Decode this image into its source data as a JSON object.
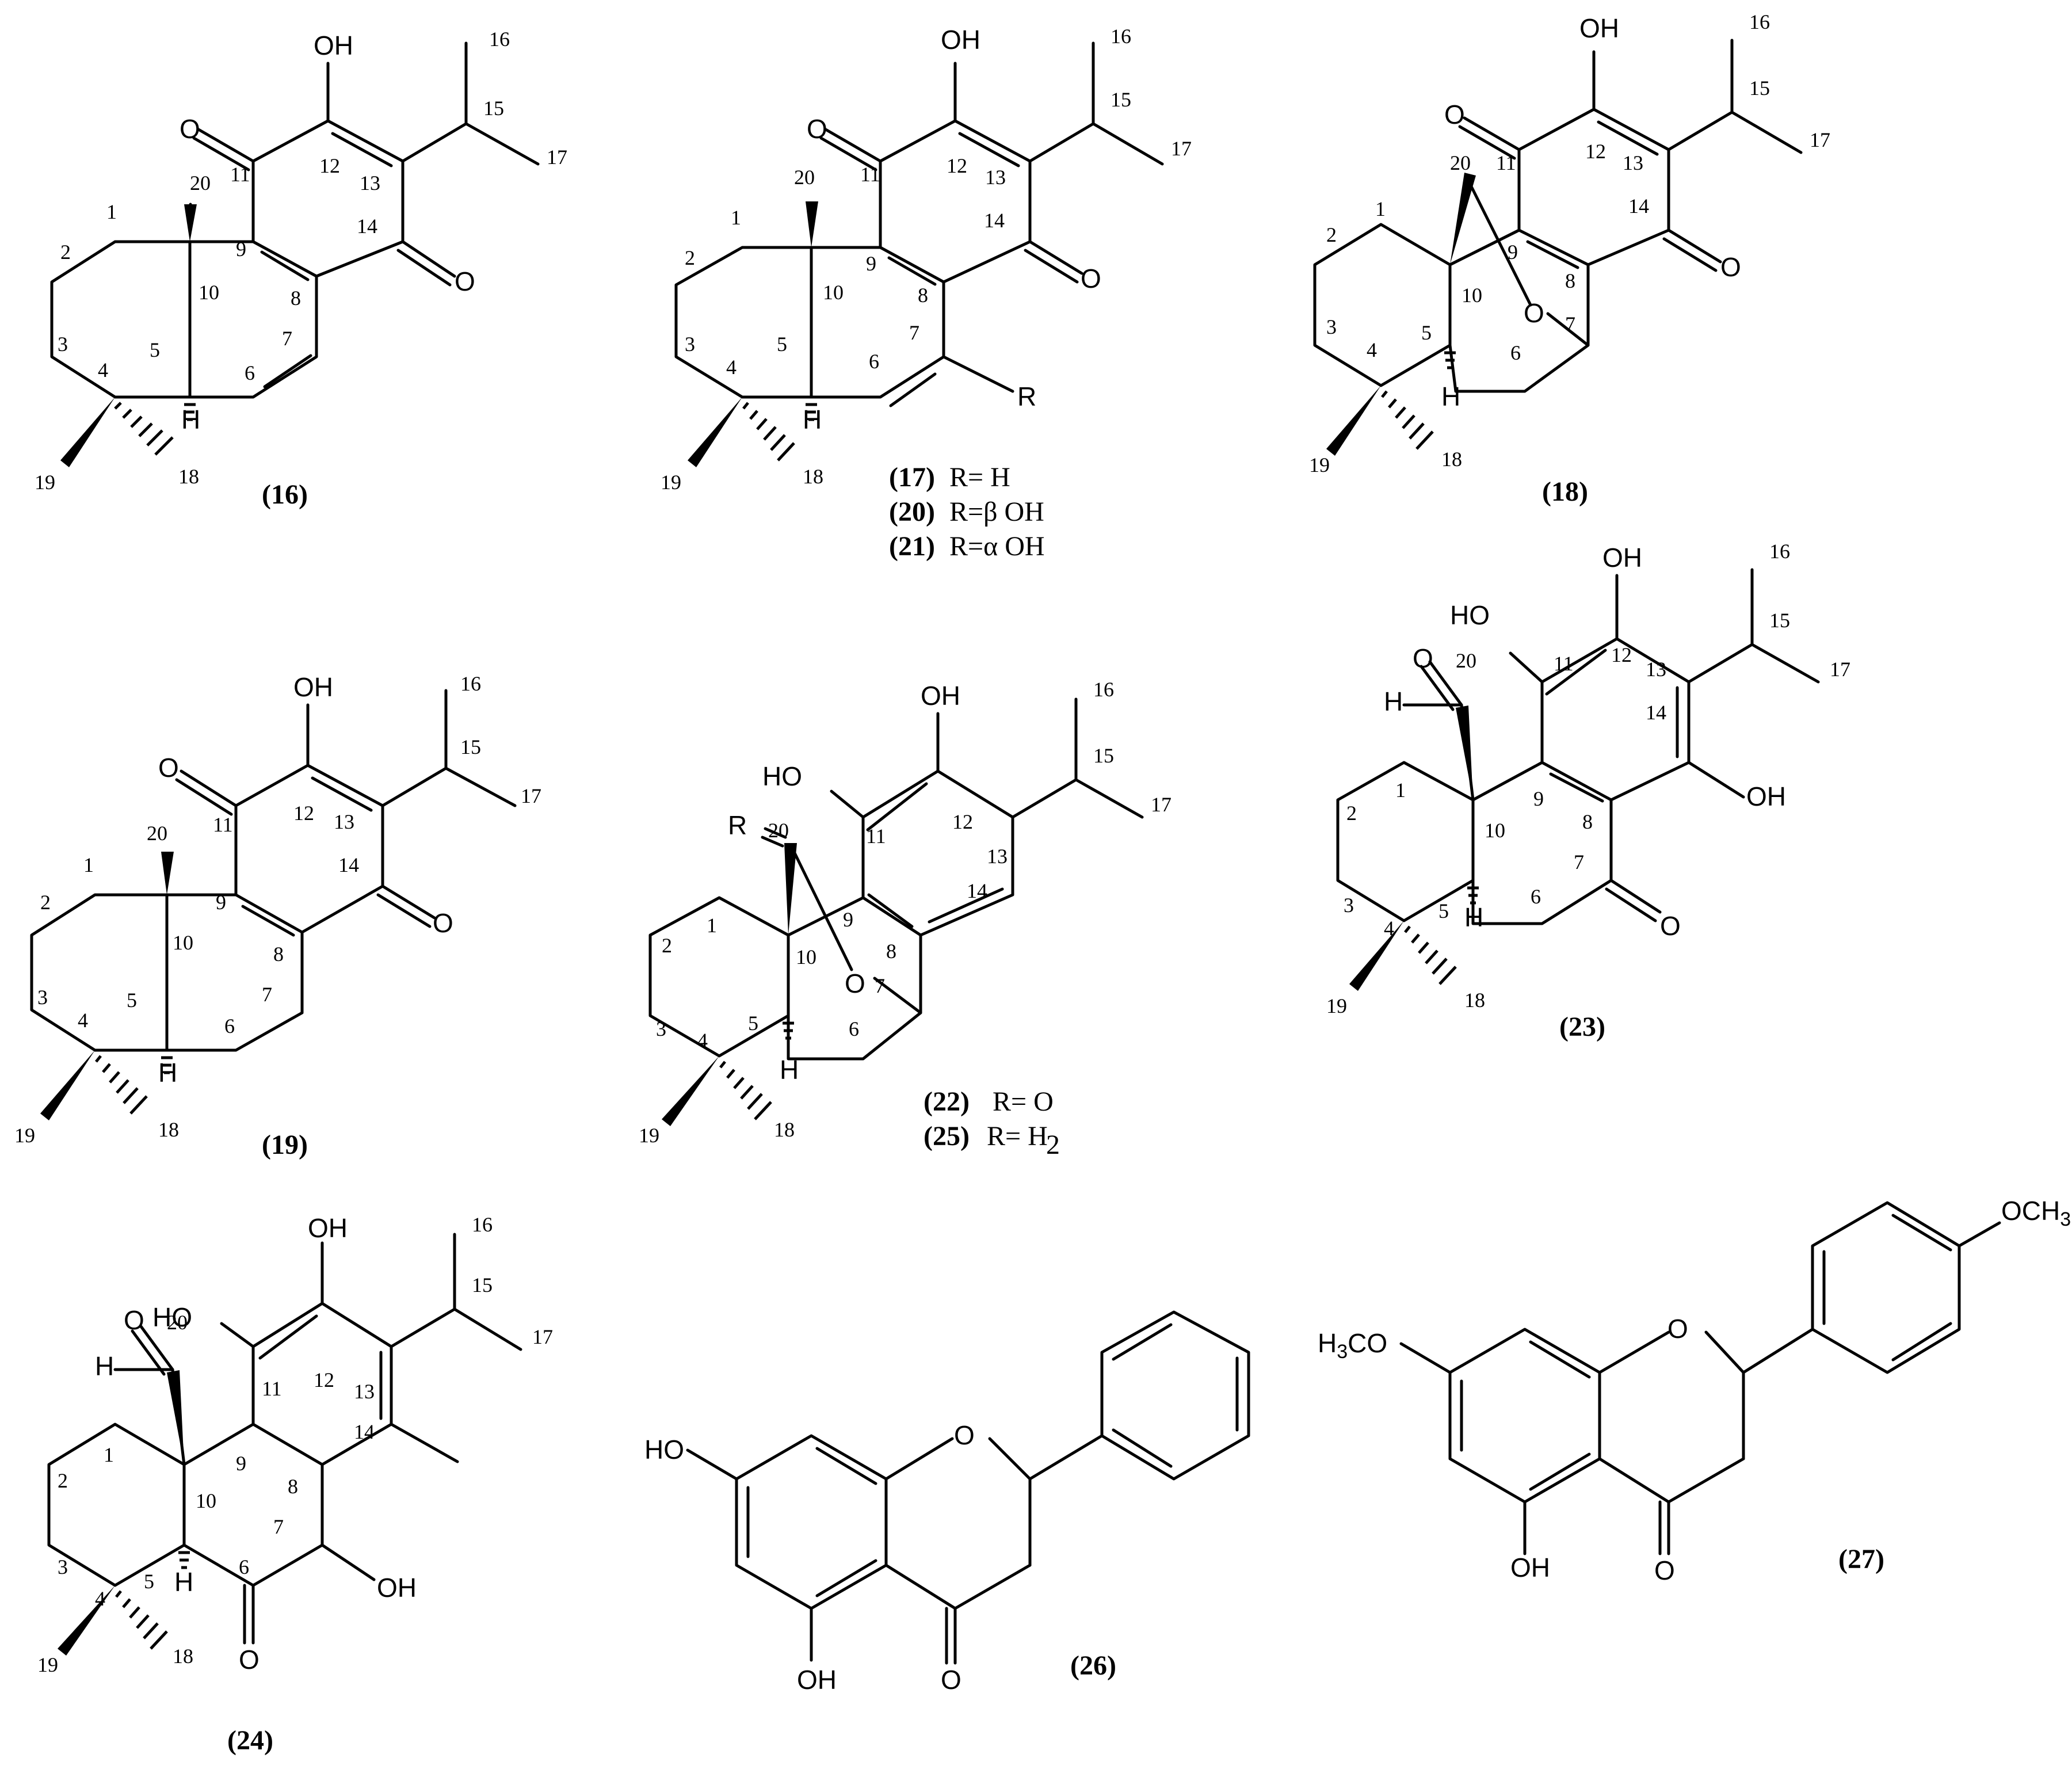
{
  "figure": {
    "compounds": [
      {
        "id": "16",
        "label": "(16)"
      },
      {
        "id": "17",
        "label": "(17)",
        "r_text": "R= H"
      },
      {
        "id": "20",
        "label": "(20)",
        "r_text": "R=β OH"
      },
      {
        "id": "21",
        "label": "(21)",
        "r_text": "R=α OH"
      },
      {
        "id": "18",
        "label": "(18)"
      },
      {
        "id": "19",
        "label": "(19)"
      },
      {
        "id": "22",
        "label": "(22)",
        "r_text": "R= O"
      },
      {
        "id": "25",
        "label": "(25)",
        "r_text": "R= H"
      },
      {
        "id": "23",
        "label": "(23)"
      },
      {
        "id": "24",
        "label": "(24)"
      },
      {
        "id": "26",
        "label": "(26)"
      },
      {
        "id": "27",
        "label": "(27)"
      }
    ],
    "atom_labels": {
      "oh": "OH",
      "ho": "HO",
      "o": "O",
      "h": "H",
      "r": "R",
      "h3co_h": "H",
      "h3co_3": "3",
      "h3co_co": "CO",
      "och3_och": "OCH",
      "och3_3": "3",
      "h2_sub": "2"
    },
    "locants": [
      "1",
      "2",
      "3",
      "4",
      "5",
      "6",
      "7",
      "8",
      "9",
      "10",
      "11",
      "12",
      "13",
      "14",
      "15",
      "16",
      "17",
      "18",
      "19",
      "20"
    ]
  }
}
